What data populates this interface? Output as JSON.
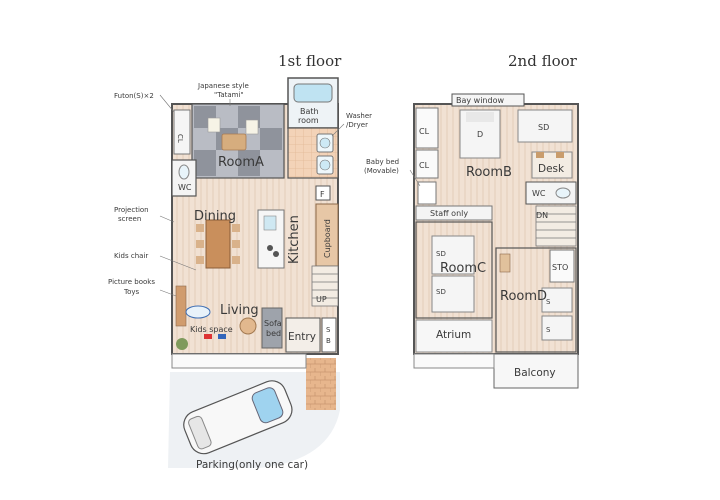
{
  "titles": {
    "first": "1st floor",
    "second": "2nd floor"
  },
  "first_floor": {
    "room_a": "RoomA",
    "tatami_line1": "Japanese style",
    "tatami_line2": "\"Tatami\"",
    "futon": "Futon(S)×2",
    "cl": "CL",
    "wc": "WC",
    "bathroom_line1": "Bath",
    "bathroom_line2": "room",
    "washer_line1": "Washer",
    "washer_line2": "/Dryer",
    "projection_line1": "Projection",
    "projection_line2": "screen",
    "dining": "Dining",
    "kitchen": "Kitchen",
    "fridge": "F",
    "cupboard": "Cupboard",
    "kids_chair": "Kids chair",
    "picture_books_line1": "Picture books",
    "picture_books_line2": "Toys",
    "living": "Living",
    "kids_space": "Kids space",
    "sofa_line1": "Sofa",
    "sofa_line2": "bed",
    "up": "UP",
    "entry": "Entry",
    "sb_line1": "S",
    "sb_line2": "B",
    "parking": "Parking(only one car)"
  },
  "second_floor": {
    "bay_window": "Bay window",
    "cl1": "CL",
    "cl2": "CL",
    "baby_bed_line1": "Baby bed",
    "baby_bed_line2": "(Movable)",
    "room_b": "RoomB",
    "bed_d": "D",
    "bed_sd": "SD",
    "desk": "Desk",
    "wc": "WC",
    "dn": "DN",
    "staff_only": "Staff only",
    "room_c": "RoomC",
    "sd_c1": "SD",
    "sd_c2": "SD",
    "sto": "STO",
    "room_d": "RoomD",
    "s1": "S",
    "s2": "S",
    "atrium": "Atrium",
    "balcony": "Balcony"
  }
}
